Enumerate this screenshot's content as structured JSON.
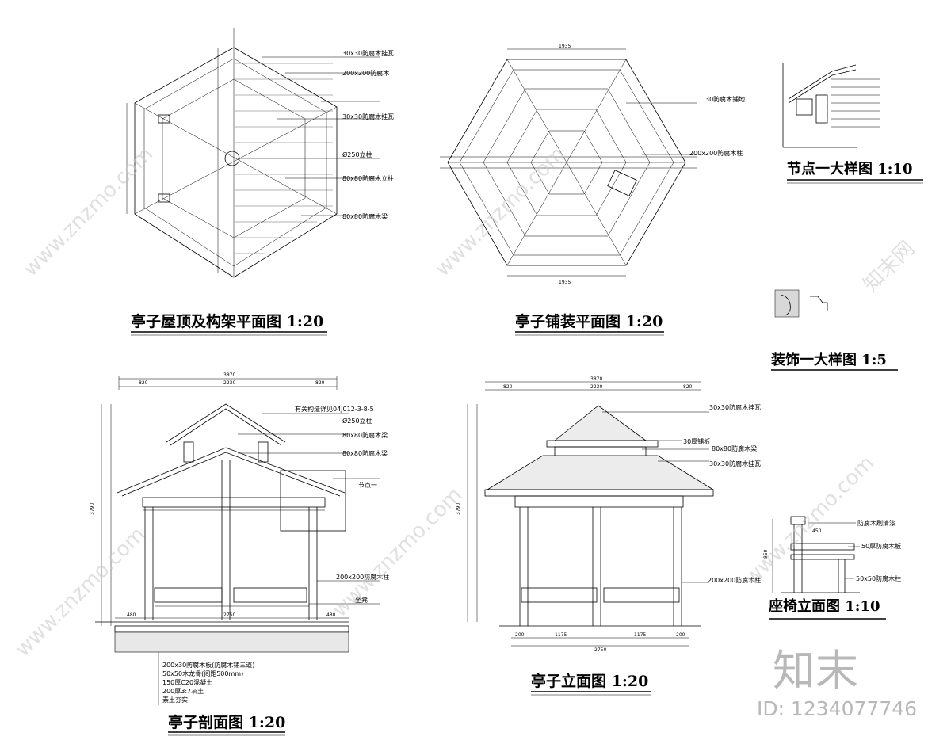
{
  "titles": {
    "roof_plan": "亭子屋顶及构架平面图  1:20",
    "paving_plan": "亭子铺装平面图  1:20",
    "node_detail": "节点一大样图  1:10",
    "decor_detail": "装饰一大样图  1:5",
    "section": "亭子剖面图  1:20",
    "elevation": "亭子立面图  1:20",
    "bench": "座椅立面图  1:10"
  },
  "roof_plan_notes": [
    "30x30防腐木挂瓦",
    "200x200防腐木",
    "30x30防腐木挂瓦",
    "Ø250立柱",
    "80x80防腐木立柱",
    "80x80防腐木梁"
  ],
  "paving_plan_notes": [
    "30防腐木铺地",
    "200x200防腐木柱"
  ],
  "section_notes": [
    "有关构造详见04J012-3-8-5",
    "Ø250立柱",
    "80x80防腐木梁",
    "80x80防腐木梁",
    "节点一",
    "200x200防腐木柱",
    "坐凳"
  ],
  "elevation_notes": [
    "30x30防腐木挂瓦",
    "30厚铺板",
    "80x80防腐木梁",
    "30x30防腐木挂瓦",
    "200x200防腐木柱"
  ],
  "foundation_notes": [
    "200x30防腐木板(防腐木铺三道)",
    "50x50木龙骨(间距500mm)",
    "150厚C20混凝土",
    "200厚3:7灰土",
    "素土夯实"
  ],
  "bench_notes": [
    "防腐木刷清漆",
    "50厚防腐木板",
    "50x50防腐木柱"
  ],
  "dims": {
    "total": "3870",
    "mid": "2230",
    "side": "820",
    "height": "3790",
    "overhang": "480",
    "span1": "1175",
    "span2": "200",
    "bottom": "2750",
    "paving_top": "1935",
    "bench_w": "450",
    "bench_h": "850"
  },
  "watermark": {
    "logo": "知末",
    "id_text": "ID: 1234077746",
    "url": "www.znzmo.com",
    "cn": "知末网"
  }
}
